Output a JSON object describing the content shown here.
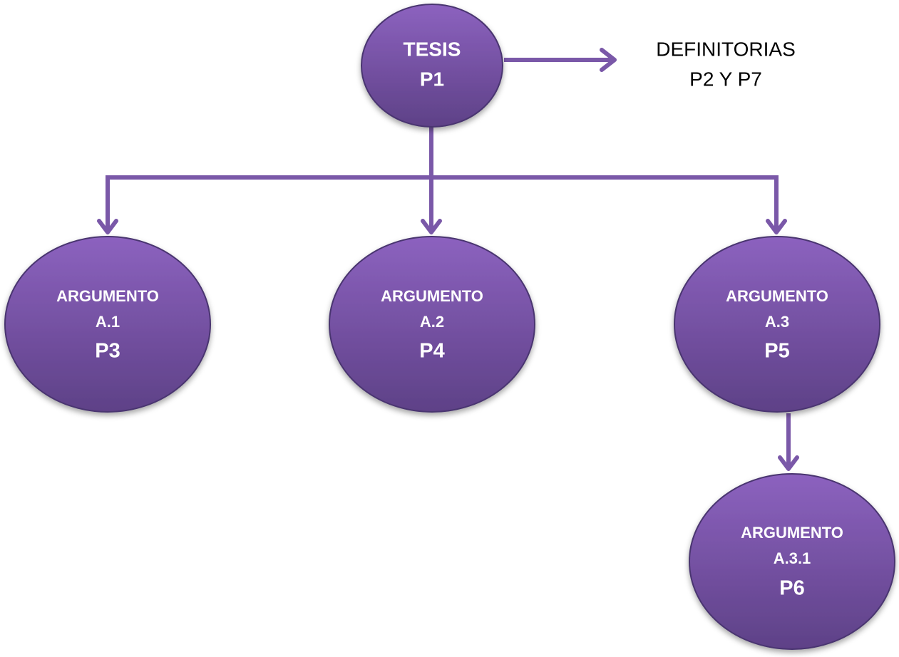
{
  "colors": {
    "node_top": "#8c62bf",
    "node_bottom": "#5e4187",
    "node_stroke": "#4a3470",
    "connector": "#7a58a8"
  },
  "nodes": {
    "tesis": {
      "line1": "TESIS",
      "line2": "P1"
    },
    "a1": {
      "line1": "ARGUMENTO",
      "line2": "A.1",
      "line3": "P3"
    },
    "a2": {
      "line1": "ARGUMENTO",
      "line2": "A.2",
      "line3": "P4"
    },
    "a3": {
      "line1": "ARGUMENTO",
      "line2": "A.3",
      "line3": "P5"
    },
    "a31": {
      "line1": "ARGUMENTO",
      "line2": "A.3.1",
      "line3": "P6"
    }
  },
  "definitorias": {
    "line1": "DEFINITORIAS",
    "line2": "P2 Y P7"
  }
}
